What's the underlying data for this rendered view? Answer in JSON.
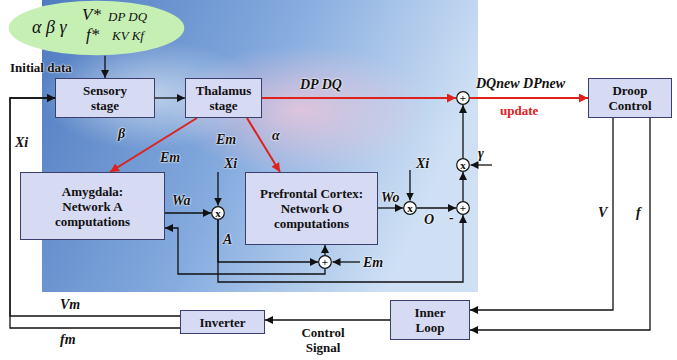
{
  "diagram": {
    "nodes": [
      {
        "text": [
          "α β γ",
          "V*",
          "f*",
          "DP DQ",
          "KV Kf"
        ]
      },
      {
        "text": [
          "Sensory stage"
        ]
      },
      {
        "text": [
          "Thalamus stage"
        ]
      },
      {
        "text": [
          "Amygdala: Network A computations"
        ]
      },
      {
        "text": [
          "Prefrontal Cortex: Network O computations"
        ]
      },
      {
        "text": [
          "Droop Control"
        ]
      },
      {
        "text": [
          "Inverter"
        ]
      },
      {
        "text": [
          "Inner Loop"
        ]
      },
      {
        "text": [
          "x"
        ]
      },
      {
        "text": [
          "x"
        ]
      },
      {
        "text": [
          "x"
        ]
      },
      {
        "text": [
          "+"
        ]
      },
      {
        "text": [
          "+"
        ]
      },
      {
        "text": [
          "+"
        ]
      }
    ],
    "edges": [
      {
        "from": 0,
        "to": 1,
        "arrow": "to",
        "label": "Initial data"
      },
      {
        "from": 1,
        "to": 2,
        "arrow": "to"
      },
      {
        "from": 2,
        "to": 3,
        "arrow": "to"
      },
      {
        "from": 2,
        "to": 4,
        "arrow": "to"
      },
      {
        "from": 2,
        "to": 12,
        "arrow": "to",
        "label": "DP DQ"
      },
      {
        "from": 12,
        "to": 5,
        "arrow": "to",
        "label": "update"
      },
      {
        "from": 3,
        "to": 8,
        "arrow": "to",
        "label": "Wa"
      },
      {
        "from": 4,
        "to": 9,
        "arrow": "to",
        "label": "Wo"
      },
      {
        "from": 9,
        "to": 11,
        "arrow": "to",
        "label": "O"
      },
      {
        "from": 8,
        "to": 11,
        "arrow": "to",
        "label": "A"
      },
      {
        "from": 8,
        "to": 13,
        "arrow": "to"
      },
      {
        "from": 13,
        "to": 3,
        "arrow": "to"
      },
      {
        "from": 13,
        "to": 4,
        "arrow": "to"
      },
      {
        "from": 11,
        "to": 10,
        "arrow": "to"
      },
      {
        "from": 10,
        "to": 12,
        "arrow": "to"
      },
      {
        "from": 5,
        "to": 7,
        "arrow": "to",
        "label": "V"
      },
      {
        "from": 5,
        "to": 7,
        "arrow": "to",
        "label": "f"
      },
      {
        "from": 7,
        "to": 6,
        "arrow": "to",
        "label": "Control Signal"
      },
      {
        "from": 6,
        "to": 1,
        "arrow": "to",
        "label": "Vm"
      },
      {
        "from": 6,
        "to": 1,
        "arrow": "to",
        "label": "fm"
      }
    ],
    "labels": [
      "β",
      "Em",
      "α",
      "Em",
      "Xi",
      "Xi",
      "Xi",
      "γ",
      "-",
      "DQnew DPnew",
      "Em"
    ]
  }
}
